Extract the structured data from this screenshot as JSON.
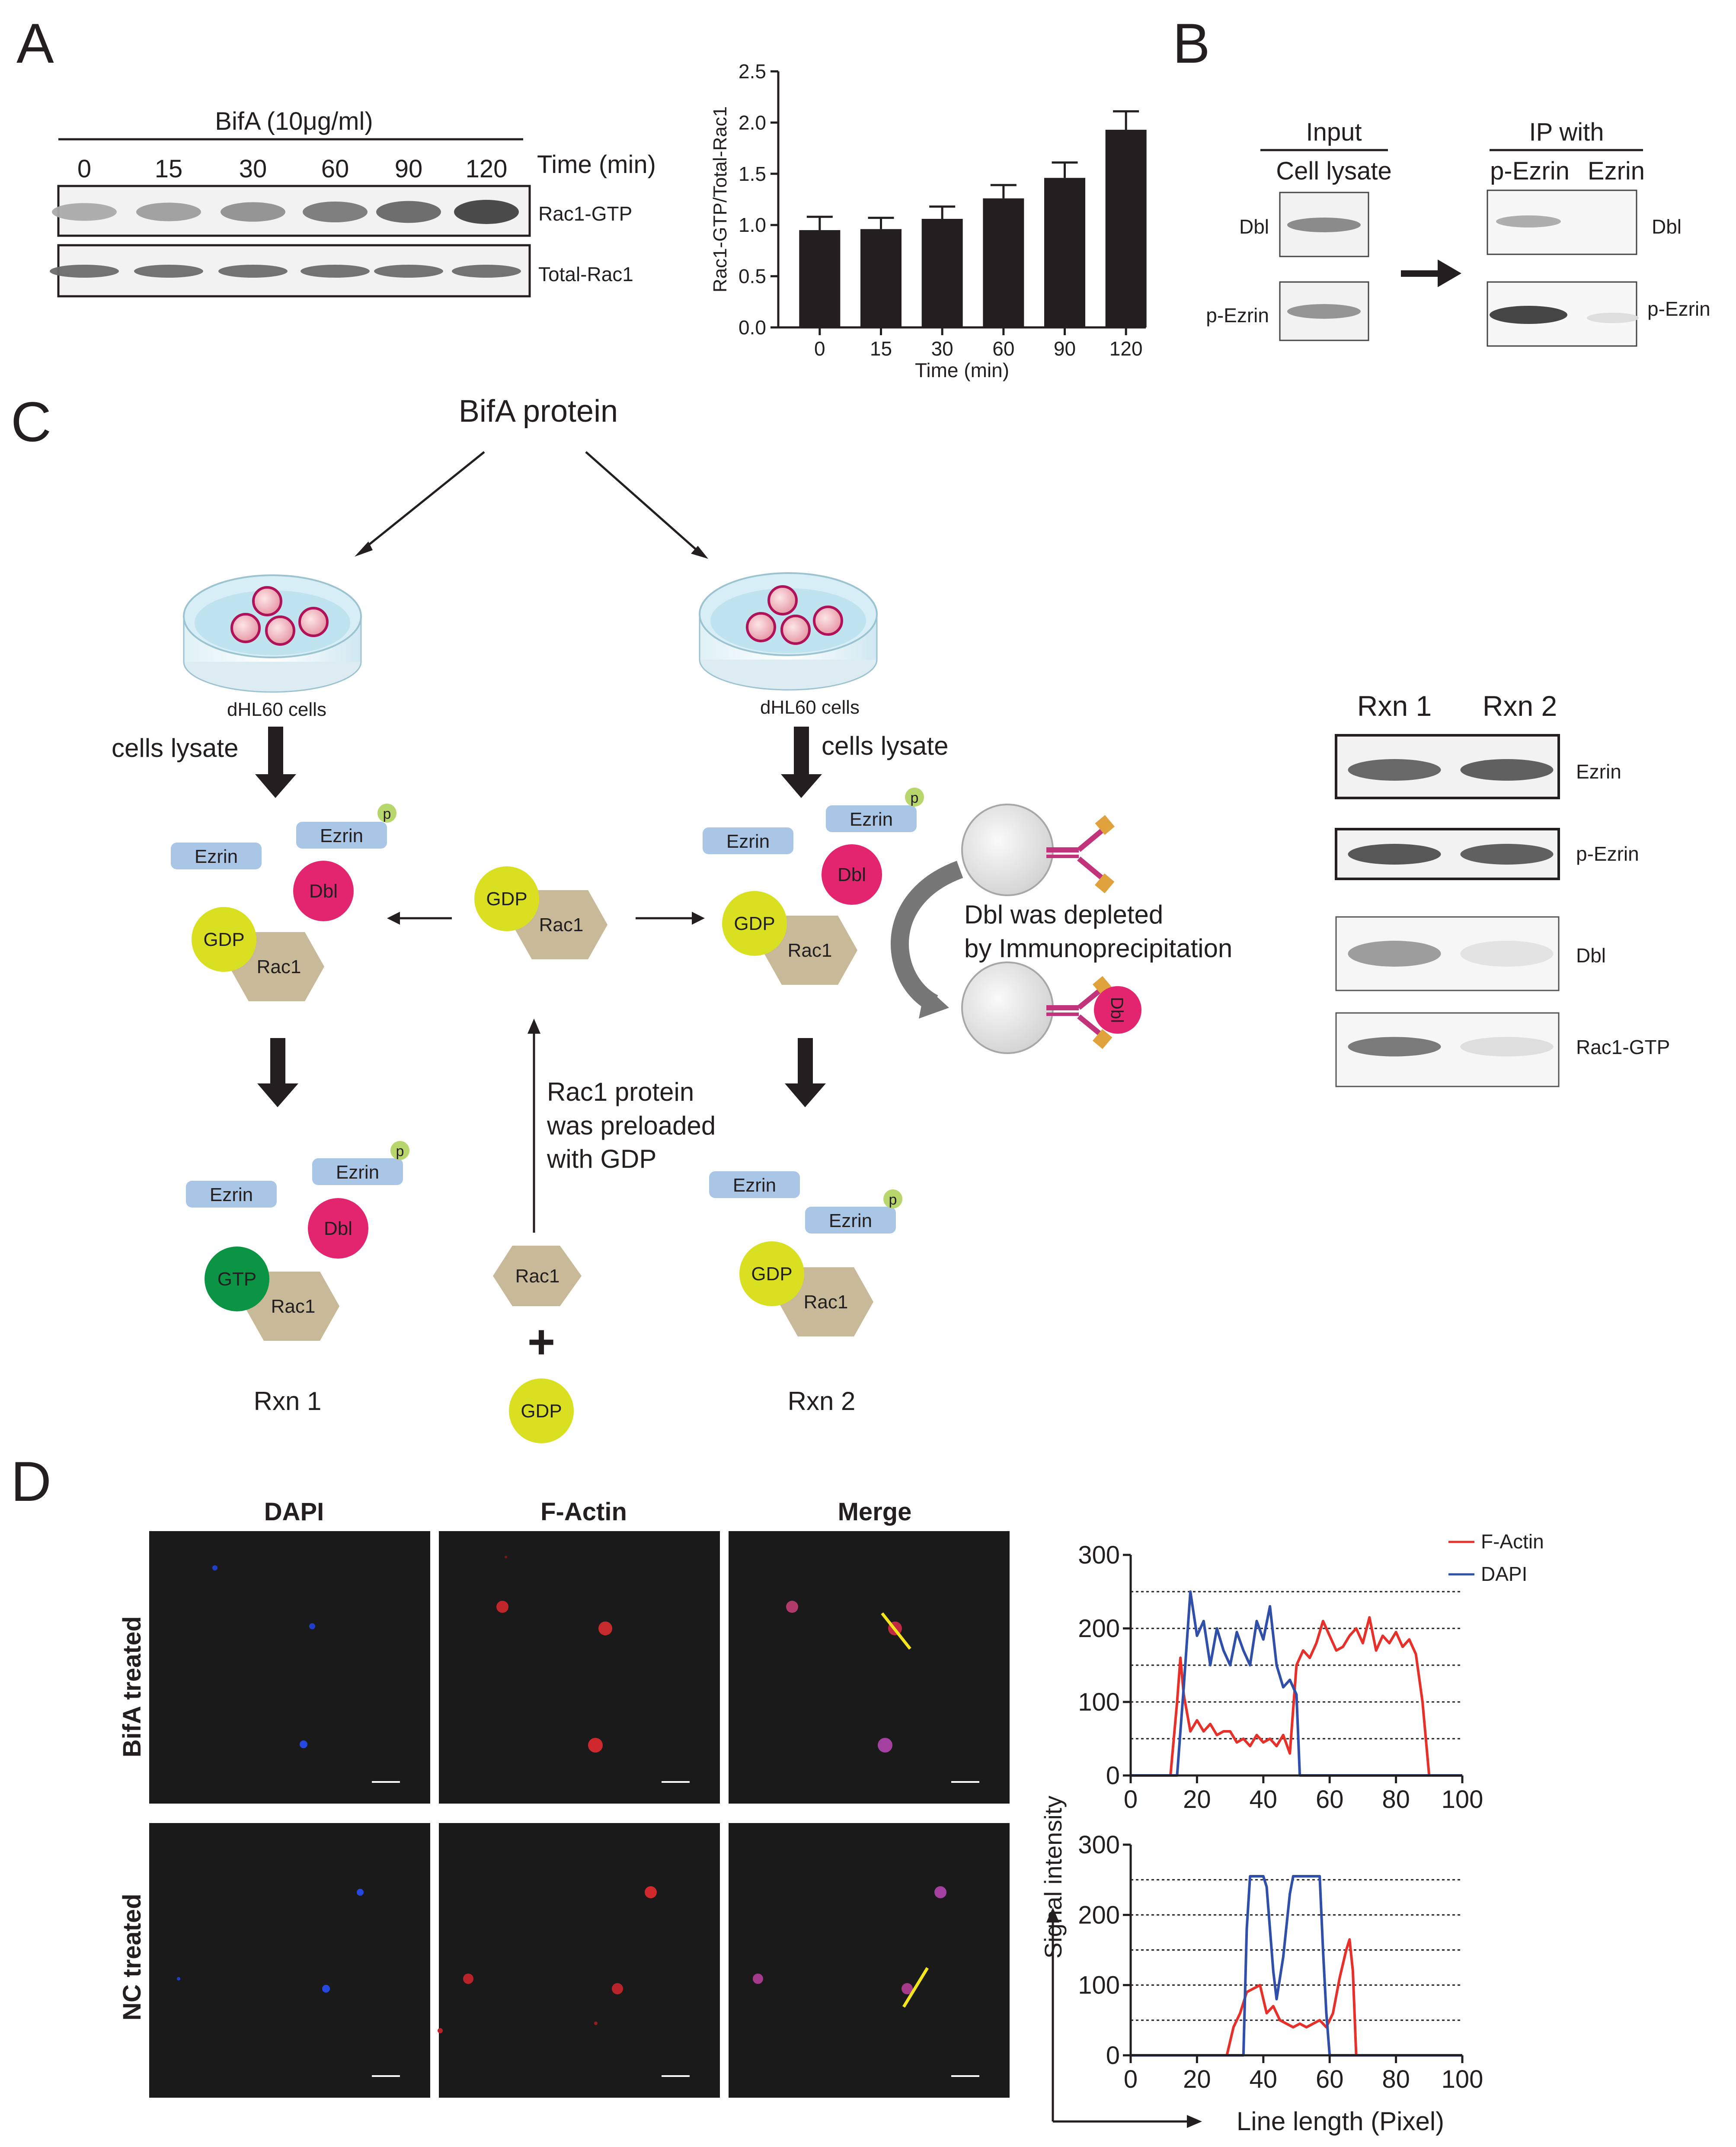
{
  "panels": {
    "A": "A",
    "B": "B",
    "C": "C",
    "D": "D"
  },
  "panel_a": {
    "treatment": "BifA (10μg/ml)",
    "time_label": "Time (min)",
    "time_points": [
      "0",
      "15",
      "30",
      "60",
      "90",
      "120"
    ],
    "band_labels": [
      "Rac1-GTP",
      "Total-Rac1"
    ],
    "band_intensity": {
      "rac1_gtp": [
        0.35,
        0.42,
        0.5,
        0.62,
        0.72,
        0.92
      ],
      "total_rac1": [
        0.7,
        0.7,
        0.7,
        0.7,
        0.7,
        0.7
      ]
    }
  },
  "panel_b": {
    "input_label": "Input",
    "lysate_label": "Cell lysate",
    "ip_label": "IP with",
    "ip_lanes": [
      "p-Ezrin",
      "Ezrin"
    ],
    "band_labels": [
      "Dbl",
      "p-Ezrin"
    ],
    "band_intensity": {
      "input_dbl": 0.55,
      "input_pezrin": 0.5,
      "ip_dbl": [
        0.35,
        0.0
      ],
      "ip_pezrin": [
        0.95,
        0.08
      ]
    }
  },
  "panel_c": {
    "title": "BifA protein",
    "cells_label": "dHL60 cells",
    "lysate_label": "cells lysate",
    "ezrin": "Ezrin",
    "dbl": "Dbl",
    "gdp": "GDP",
    "gtp": "GTP",
    "rac1": "Rac1",
    "p": "p",
    "plus": "+",
    "preload_lines": [
      "Rac1 protein",
      "was preloaded",
      "with GDP"
    ],
    "depletion_lines": [
      "Dbl  was depleted",
      "by Immunoprecipitation"
    ],
    "rxn1": "Rxn 1",
    "rxn2": "Rxn 2",
    "blot_lanes": [
      "Rxn 1",
      "Rxn 2"
    ],
    "blot_labels": [
      "Ezrin",
      "p-Ezrin",
      "Dbl",
      "Rac1-GTP"
    ],
    "band_intensity": {
      "ezrin": [
        0.75,
        0.8
      ],
      "p_ezrin": [
        0.85,
        0.8
      ],
      "dbl": [
        0.45,
        0.05
      ],
      "rac1_gtp": [
        0.65,
        0.08
      ]
    }
  },
  "panel_d": {
    "col_headers": [
      "DAPI",
      "F-Actin",
      "Merge"
    ],
    "row_labels": [
      "BifA treated",
      "NC treated"
    ],
    "y_axis_title": "Signal intensity",
    "x_axis_title": "Line length (Pixel)"
  },
  "colors": {
    "ezrin": "#a9c6e6",
    "dbl": "#e3246f",
    "gdp": "#d9e021",
    "gtp": "#0b9444",
    "rac1": "#c8b998",
    "p_dot": "#b7d66b",
    "f_actin": "#e8302a",
    "dapi": "#2f4fa8",
    "line_roi": "#f5e61c"
  },
  "chart_data": [
    {
      "type": "bar",
      "categories": [
        "0",
        "15",
        "30",
        "60",
        "90",
        "120"
      ],
      "values": [
        0.95,
        0.96,
        1.06,
        1.26,
        1.46,
        1.93
      ],
      "errors": [
        0.13,
        0.11,
        0.12,
        0.13,
        0.15,
        0.18
      ],
      "xlabel": "Time (min)",
      "ylabel": "Rac1-GTP/Total-Rac1",
      "ylim": [
        0,
        2.5
      ],
      "yticks": [
        "0.0",
        "0.5",
        "1.0",
        "1.5",
        "2.0",
        "2.5"
      ]
    },
    {
      "type": "line",
      "xlim": [
        0,
        100
      ],
      "ylim": [
        0,
        300
      ],
      "xticks": [
        "0",
        "20",
        "40",
        "60",
        "80",
        "100"
      ],
      "yticks": [
        "0",
        "100",
        "200",
        "300"
      ],
      "reference_lines": [
        50,
        100,
        150,
        200,
        250
      ],
      "legend": "top-right",
      "series": [
        {
          "name": "F-Actin",
          "color": "#e8302a",
          "x": [
            0,
            12,
            14,
            15,
            16,
            18,
            20,
            22,
            24,
            26,
            28,
            30,
            32,
            34,
            36,
            38,
            40,
            42,
            44,
            46,
            48,
            50,
            52,
            54,
            56,
            58,
            60,
            62,
            64,
            66,
            68,
            70,
            72,
            74,
            76,
            78,
            80,
            82,
            84,
            86,
            88,
            90,
            100
          ],
          "y": [
            0,
            0,
            100,
            160,
            110,
            60,
            75,
            60,
            70,
            55,
            60,
            60,
            45,
            50,
            40,
            55,
            45,
            50,
            40,
            55,
            30,
            150,
            170,
            160,
            180,
            210,
            190,
            170,
            175,
            190,
            200,
            180,
            215,
            170,
            190,
            180,
            195,
            175,
            185,
            165,
            100,
            0,
            0
          ]
        },
        {
          "name": "DAPI",
          "color": "#2f4fa8",
          "x": [
            0,
            14,
            16,
            18,
            20,
            22,
            24,
            26,
            28,
            30,
            32,
            34,
            36,
            38,
            40,
            42,
            44,
            46,
            48,
            50,
            51,
            52,
            100
          ],
          "y": [
            0,
            0,
            120,
            250,
            190,
            210,
            150,
            200,
            170,
            150,
            195,
            170,
            150,
            210,
            185,
            230,
            150,
            120,
            130,
            110,
            0,
            0,
            0
          ]
        }
      ]
    },
    {
      "type": "line",
      "xlim": [
        0,
        100
      ],
      "ylim": [
        0,
        300
      ],
      "xticks": [
        "0",
        "20",
        "40",
        "60",
        "80",
        "100"
      ],
      "yticks": [
        "0",
        "100",
        "200",
        "300"
      ],
      "reference_lines": [
        50,
        100,
        150,
        200,
        250
      ],
      "series": [
        {
          "name": "F-Actin",
          "color": "#e8302a",
          "x": [
            0,
            29,
            31,
            33,
            35,
            37,
            39,
            41,
            43,
            45,
            47,
            49,
            51,
            53,
            55,
            57,
            59,
            61,
            63,
            65,
            66,
            67,
            68,
            100
          ],
          "y": [
            0,
            0,
            40,
            60,
            90,
            95,
            100,
            60,
            70,
            50,
            45,
            40,
            45,
            40,
            45,
            50,
            40,
            60,
            110,
            150,
            165,
            120,
            0,
            0
          ]
        },
        {
          "name": "DAPI",
          "color": "#2f4fa8",
          "x": [
            0,
            34,
            35,
            36,
            40,
            41,
            43,
            44,
            46,
            48,
            49,
            50,
            51,
            57,
            58,
            59,
            60,
            100
          ],
          "y": [
            0,
            0,
            180,
            255,
            255,
            240,
            120,
            80,
            140,
            230,
            255,
            255,
            255,
            255,
            150,
            60,
            0,
            0
          ]
        }
      ]
    }
  ]
}
